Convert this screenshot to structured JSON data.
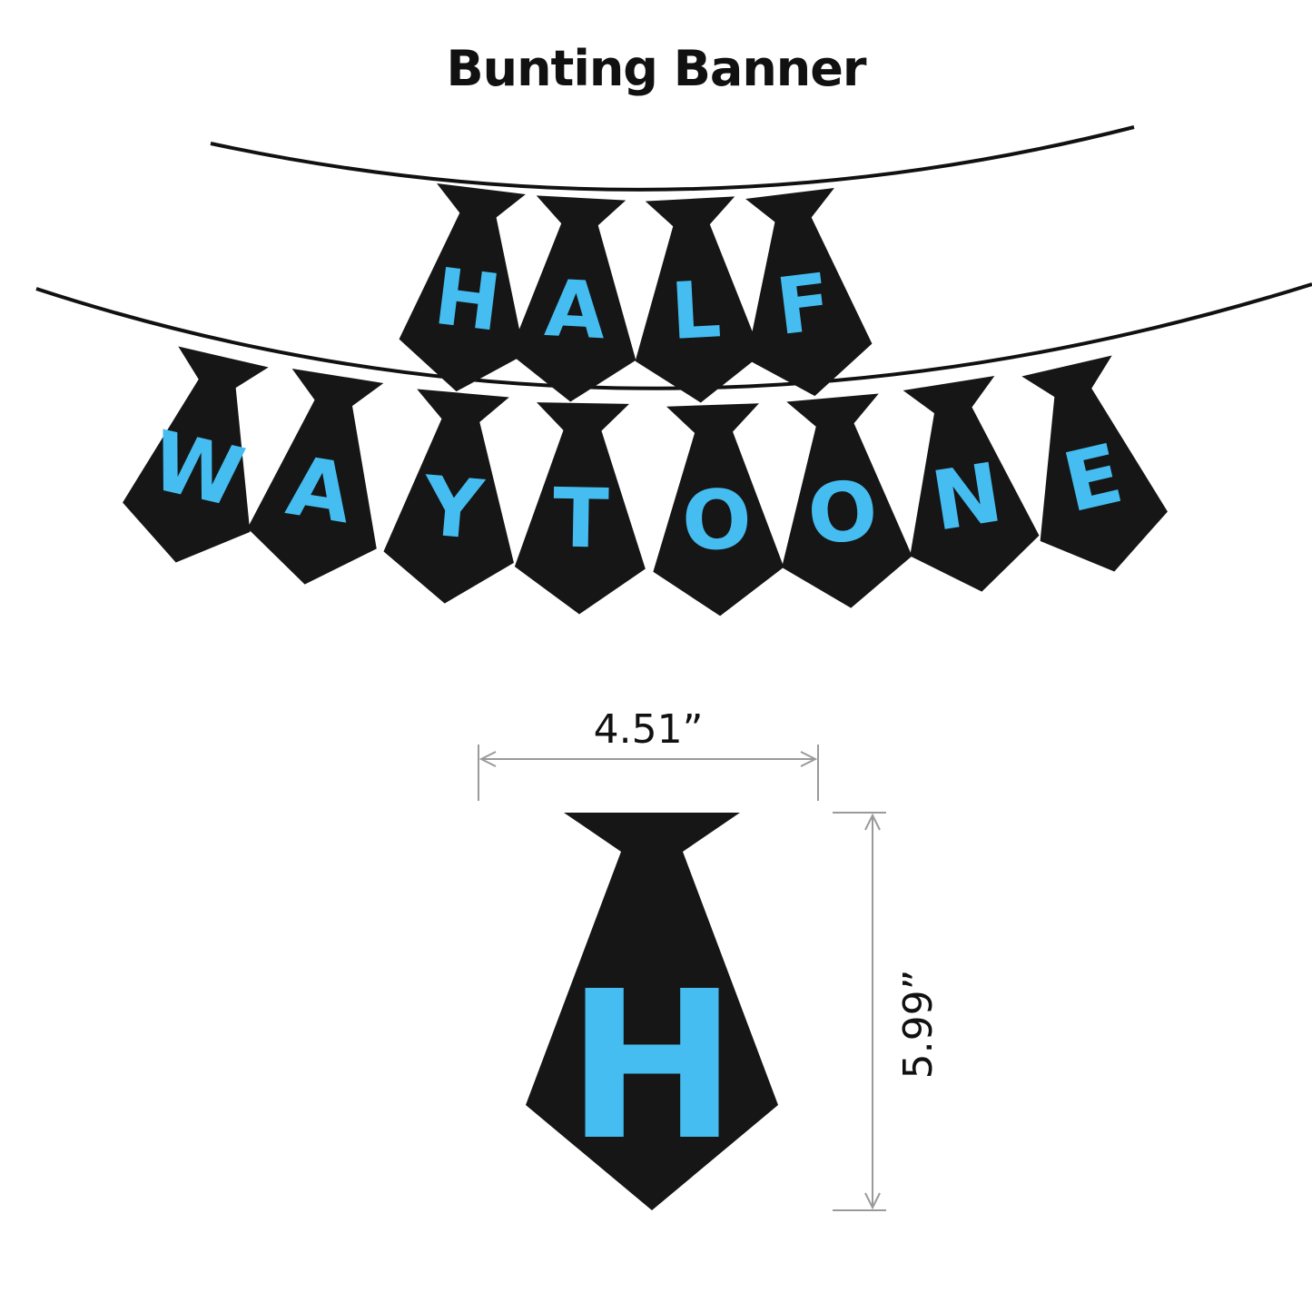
{
  "title": "Bunting Banner",
  "colors": {
    "tie": "#161616",
    "letter": "#45bdf0",
    "dimension": "#9a9a9a",
    "text": "#111111"
  },
  "row1_letters": [
    "H",
    "A",
    "L",
    "F"
  ],
  "row2_letters": [
    "W",
    "A",
    "Y",
    "T",
    "O",
    "O",
    "N",
    "E"
  ],
  "detail": {
    "letter": "H",
    "width_label": "4.51”",
    "height_label": "5.99”"
  }
}
